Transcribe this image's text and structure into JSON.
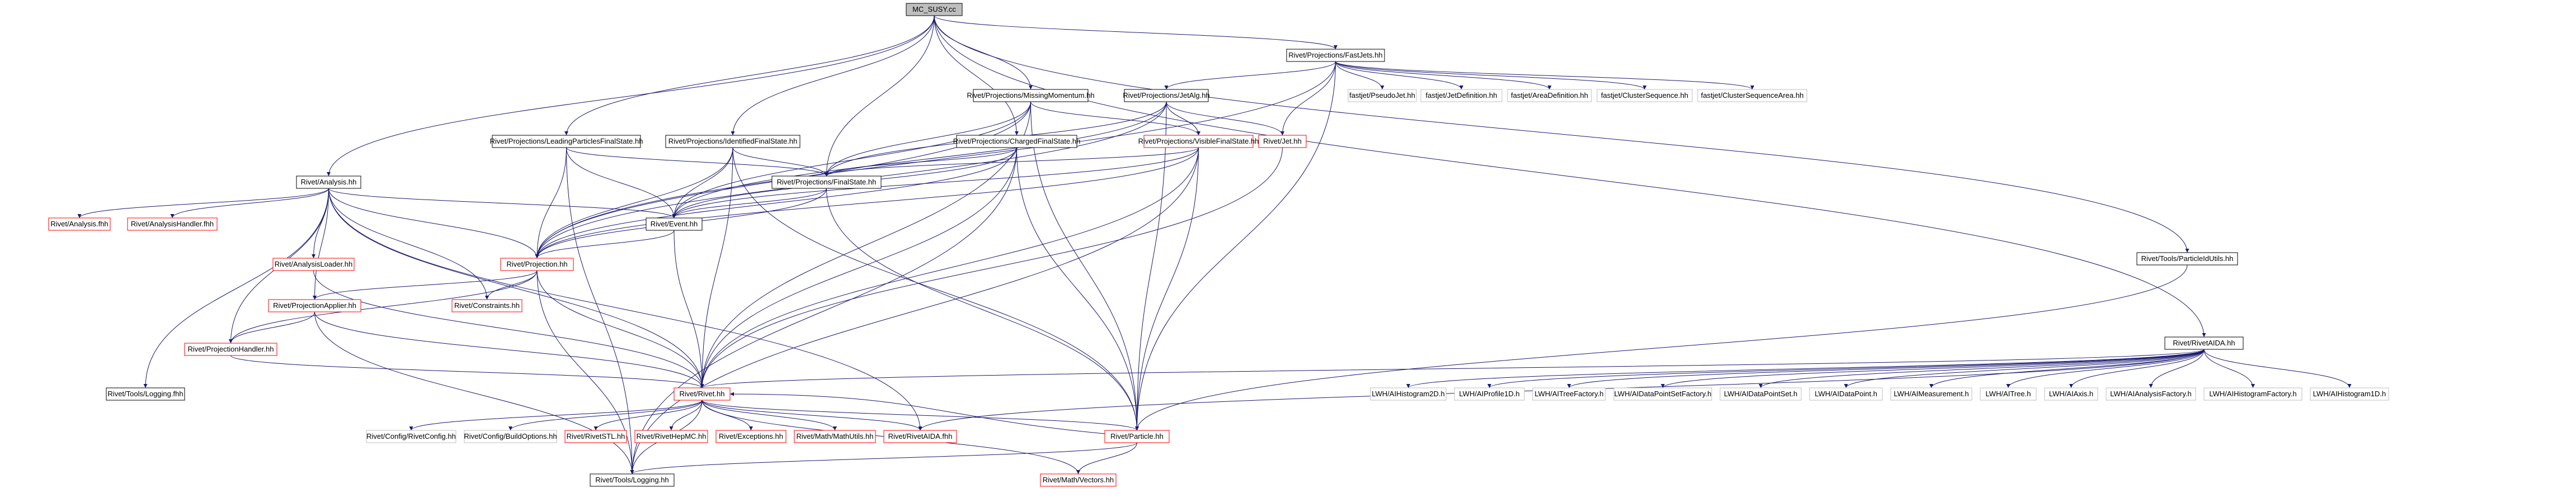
{
  "graph": {
    "nodes": [
      {
        "id": "root",
        "label": "MC_SUSY.cc",
        "style": "root"
      },
      {
        "id": "fastjets",
        "label": "Rivet/Projections/FastJets.hh",
        "style": "black"
      },
      {
        "id": "rivetaida",
        "label": "Rivet/RivetAIDA.hh",
        "style": "black"
      },
      {
        "id": "particleutils",
        "label": "Rivet/Tools/ParticleIdUtils.hh",
        "style": "black"
      },
      {
        "id": "missingmom",
        "label": "Rivet/Projections/MissingMomentum.hh",
        "style": "black"
      },
      {
        "id": "jetalg",
        "label": "Rivet/Projections/JetAlg.hh",
        "style": "black"
      },
      {
        "id": "pseudojet",
        "label": "fastjet/PseudoJet.hh",
        "style": "grey"
      },
      {
        "id": "jetdef",
        "label": "fastjet/JetDefinition.hh",
        "style": "grey"
      },
      {
        "id": "areadef",
        "label": "fastjet/AreaDefinition.hh",
        "style": "grey"
      },
      {
        "id": "clusterseq",
        "label": "fastjet/ClusterSequence.hh",
        "style": "grey"
      },
      {
        "id": "clusterseqarea",
        "label": "fastjet/ClusterSequenceArea.hh",
        "style": "grey"
      },
      {
        "id": "leadingpart",
        "label": "Rivet/Projections/LeadingParticlesFinalState.hh",
        "style": "black"
      },
      {
        "id": "identifiedfs",
        "label": "Rivet/Projections/IdentifiedFinalState.hh",
        "style": "black"
      },
      {
        "id": "chargedfs",
        "label": "Rivet/Projections/ChargedFinalState.hh",
        "style": "black"
      },
      {
        "id": "visiblefs",
        "label": "Rivet/Projections/VisibleFinalState.hh",
        "style": "red"
      },
      {
        "id": "jethh",
        "label": "Rivet/Jet.hh",
        "style": "red"
      },
      {
        "id": "analysis",
        "label": "Rivet/Analysis.hh",
        "style": "black"
      },
      {
        "id": "finalstate",
        "label": "Rivet/Projections/FinalState.hh",
        "style": "black"
      },
      {
        "id": "analysisfhh",
        "label": "Rivet/Analysis.fhh",
        "style": "red"
      },
      {
        "id": "analysishandler",
        "label": "Rivet/AnalysisHandler.fhh",
        "style": "red"
      },
      {
        "id": "event",
        "label": "Rivet/Event.hh",
        "style": "black"
      },
      {
        "id": "projection",
        "label": "Rivet/Projection.hh",
        "style": "red"
      },
      {
        "id": "analysisloader",
        "label": "Rivet/AnalysisLoader.hh",
        "style": "red"
      },
      {
        "id": "constraints",
        "label": "Rivet/Constraints.hh",
        "style": "red"
      },
      {
        "id": "projapplier",
        "label": "Rivet/ProjectionApplier.hh",
        "style": "red"
      },
      {
        "id": "projhandler",
        "label": "Rivet/ProjectionHandler.hh",
        "style": "red"
      },
      {
        "id": "loggingfhh",
        "label": "Rivet/Tools/Logging.fhh",
        "style": "black"
      },
      {
        "id": "rivethh",
        "label": "Rivet/Rivet.hh",
        "style": "red"
      },
      {
        "id": "hist2d",
        "label": "LWH/AIHistogram2D.h",
        "style": "grey"
      },
      {
        "id": "profile1d",
        "label": "LWH/AIProfile1D.h",
        "style": "grey"
      },
      {
        "id": "treefactory",
        "label": "LWH/AITreeFactory.h",
        "style": "grey"
      },
      {
        "id": "dpsfactory",
        "label": "LWH/AIDataPointSetFactory.h",
        "style": "grey"
      },
      {
        "id": "dps",
        "label": "LWH/AIDataPointSet.h",
        "style": "grey"
      },
      {
        "id": "datapoint",
        "label": "LWH/AIDataPoint.h",
        "style": "grey"
      },
      {
        "id": "measurement",
        "label": "LWH/AIMeasurement.h",
        "style": "grey"
      },
      {
        "id": "aitree",
        "label": "LWH/AITree.h",
        "style": "grey"
      },
      {
        "id": "aiaxis",
        "label": "LWH/AIAxis.h",
        "style": "grey"
      },
      {
        "id": "anafactory",
        "label": "LWH/AIAnalysisFactory.h",
        "style": "grey"
      },
      {
        "id": "histfactory",
        "label": "LWH/AIHistogramFactory.h",
        "style": "grey"
      },
      {
        "id": "hist1d",
        "label": "LWH/AIHistogram1D.h",
        "style": "grey"
      },
      {
        "id": "rivetconfig",
        "label": "Rivet/Config/RivetConfig.hh",
        "style": "grey"
      },
      {
        "id": "buildopts",
        "label": "Rivet/Config/BuildOptions.hh",
        "style": "grey"
      },
      {
        "id": "rivetstl",
        "label": "Rivet/RivetSTL.hh",
        "style": "red"
      },
      {
        "id": "rivethepmc",
        "label": "Rivet/RivetHepMC.hh",
        "style": "red"
      },
      {
        "id": "exceptions",
        "label": "Rivet/Exceptions.hh",
        "style": "red"
      },
      {
        "id": "mathutils",
        "label": "Rivet/Math/MathUtils.hh",
        "style": "red"
      },
      {
        "id": "rivetaida2",
        "label": "Rivet/RivetAIDA.fhh",
        "style": "red"
      },
      {
        "id": "particle",
        "label": "Rivet/Particle.hh",
        "style": "red"
      },
      {
        "id": "logginghh",
        "label": "Rivet/Tools/Logging.hh",
        "style": "black"
      },
      {
        "id": "vectors",
        "label": "Rivet/Math/Vectors.hh",
        "style": "red"
      }
    ],
    "edges": [
      [
        "root",
        "fastjets"
      ],
      [
        "root",
        "rivetaida"
      ],
      [
        "root",
        "particleutils"
      ],
      [
        "root",
        "missingmom"
      ],
      [
        "root",
        "leadingpart"
      ],
      [
        "root",
        "identifiedfs"
      ],
      [
        "root",
        "chargedfs"
      ],
      [
        "root",
        "analysis"
      ],
      [
        "root",
        "finalstate"
      ],
      [
        "fastjets",
        "jetalg"
      ],
      [
        "fastjets",
        "pseudojet"
      ],
      [
        "fastjets",
        "jetdef"
      ],
      [
        "fastjets",
        "areadef"
      ],
      [
        "fastjets",
        "clusterseq"
      ],
      [
        "fastjets",
        "clusterseqarea"
      ],
      [
        "fastjets",
        "jethh"
      ],
      [
        "fastjets",
        "particle"
      ],
      [
        "fastjets",
        "projection"
      ],
      [
        "jetalg",
        "visiblefs"
      ],
      [
        "jetalg",
        "jethh"
      ],
      [
        "jetalg",
        "finalstate"
      ],
      [
        "jetalg",
        "projection"
      ],
      [
        "jetalg",
        "particle"
      ],
      [
        "jetalg",
        "event"
      ],
      [
        "missingmom",
        "visiblefs"
      ],
      [
        "missingmom",
        "finalstate"
      ],
      [
        "missingmom",
        "projection"
      ],
      [
        "missingmom",
        "rivethh"
      ],
      [
        "missingmom",
        "event"
      ],
      [
        "missingmom",
        "particle"
      ],
      [
        "visiblefs",
        "finalstate"
      ],
      [
        "visiblefs",
        "projection"
      ],
      [
        "visiblefs",
        "rivethh"
      ],
      [
        "visiblefs",
        "particle"
      ],
      [
        "visiblefs",
        "event"
      ],
      [
        "visiblefs",
        "logginghh"
      ],
      [
        "chargedfs",
        "finalstate"
      ],
      [
        "chargedfs",
        "projection"
      ],
      [
        "chargedfs",
        "rivethh"
      ],
      [
        "chargedfs",
        "particle"
      ],
      [
        "chargedfs",
        "event"
      ],
      [
        "chargedfs",
        "logginghh"
      ],
      [
        "leadingpart",
        "finalstate"
      ],
      [
        "leadingpart",
        "projection"
      ],
      [
        "leadingpart",
        "event"
      ],
      [
        "leadingpart",
        "logginghh"
      ],
      [
        "identifiedfs",
        "finalstate"
      ],
      [
        "identifiedfs",
        "projection"
      ],
      [
        "identifiedfs",
        "rivethh"
      ],
      [
        "identifiedfs",
        "particle"
      ],
      [
        "identifiedfs",
        "event"
      ],
      [
        "finalstate",
        "projection"
      ],
      [
        "finalstate",
        "event"
      ],
      [
        "finalstate",
        "particle"
      ],
      [
        "jethh",
        "rivethh"
      ],
      [
        "analysis",
        "analysisfhh"
      ],
      [
        "analysis",
        "analysishandler"
      ],
      [
        "analysis",
        "event"
      ],
      [
        "analysis",
        "projection"
      ],
      [
        "analysis",
        "analysisloader"
      ],
      [
        "analysis",
        "constraints"
      ],
      [
        "analysis",
        "projapplier"
      ],
      [
        "analysis",
        "projhandler"
      ],
      [
        "analysis",
        "loggingfhh"
      ],
      [
        "analysis",
        "rivethh"
      ],
      [
        "analysis",
        "rivetaida2"
      ],
      [
        "event",
        "projection"
      ],
      [
        "event",
        "rivethh"
      ],
      [
        "projection",
        "constraints"
      ],
      [
        "projection",
        "projapplier"
      ],
      [
        "projection",
        "projhandler"
      ],
      [
        "projection",
        "rivethh"
      ],
      [
        "projection",
        "logginghh"
      ],
      [
        "analysisloader",
        "rivethh"
      ],
      [
        "projapplier",
        "projhandler"
      ],
      [
        "projapplier",
        "rivethh"
      ],
      [
        "projapplier",
        "logginghh"
      ],
      [
        "projhandler",
        "rivethh"
      ],
      [
        "particleutils",
        "particle"
      ],
      [
        "rivetaida",
        "rivethh"
      ],
      [
        "rivetaida",
        "hist2d"
      ],
      [
        "rivetaida",
        "profile1d"
      ],
      [
        "rivetaida",
        "treefactory"
      ],
      [
        "rivetaida",
        "dpsfactory"
      ],
      [
        "rivetaida",
        "dps"
      ],
      [
        "rivetaida",
        "datapoint"
      ],
      [
        "rivetaida",
        "measurement"
      ],
      [
        "rivetaida",
        "aitree"
      ],
      [
        "rivetaida",
        "aiaxis"
      ],
      [
        "rivetaida",
        "anafactory"
      ],
      [
        "rivetaida",
        "histfactory"
      ],
      [
        "rivetaida",
        "hist1d"
      ],
      [
        "rivetaida",
        "rivetaida2"
      ],
      [
        "rivethh",
        "rivetconfig"
      ],
      [
        "rivethh",
        "buildopts"
      ],
      [
        "rivethh",
        "rivetstl"
      ],
      [
        "rivethh",
        "rivethepmc"
      ],
      [
        "rivethh",
        "exceptions"
      ],
      [
        "rivethh",
        "mathutils"
      ],
      [
        "rivethh",
        "rivetaida2"
      ],
      [
        "rivethh",
        "particle"
      ],
      [
        "rivethh",
        "logginghh"
      ],
      [
        "rivethh",
        "vectors"
      ],
      [
        "particle",
        "rivethh"
      ],
      [
        "particle",
        "logginghh"
      ],
      [
        "particle",
        "vectors"
      ]
    ]
  },
  "colors": {
    "black": "#000000",
    "red": "#ff0000",
    "grey": "#bfbfbf",
    "edge": "#191970",
    "root_fill": "#bfbfbf",
    "text": "#000000"
  }
}
